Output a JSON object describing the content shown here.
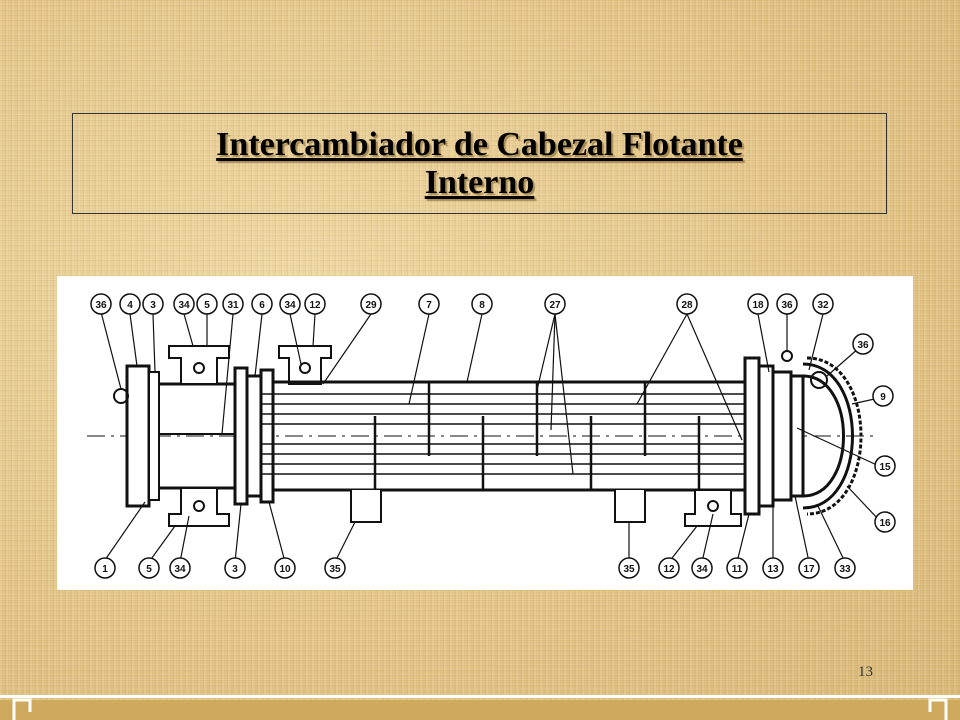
{
  "slide": {
    "title_line1": "Intercambiador de Cabezal Flotante",
    "title_line2": "Interno",
    "slide_number": "13"
  },
  "diagram": {
    "callouts_top": [
      "36",
      "4",
      "3",
      "34",
      "5",
      "31",
      "6",
      "34",
      "12",
      "29",
      "7",
      "8",
      "27",
      "28",
      "18",
      "36",
      "32"
    ],
    "callouts_bottom": [
      "1",
      "5",
      "34",
      "3",
      "10",
      "35",
      "35",
      "12",
      "34",
      "11",
      "13",
      "17",
      "33"
    ],
    "callouts_right": [
      "36",
      "9",
      "15",
      "16"
    ]
  },
  "colors": {
    "background": "#e6c98c",
    "frame_border": "#333333",
    "diagram_ink": "#111111"
  }
}
